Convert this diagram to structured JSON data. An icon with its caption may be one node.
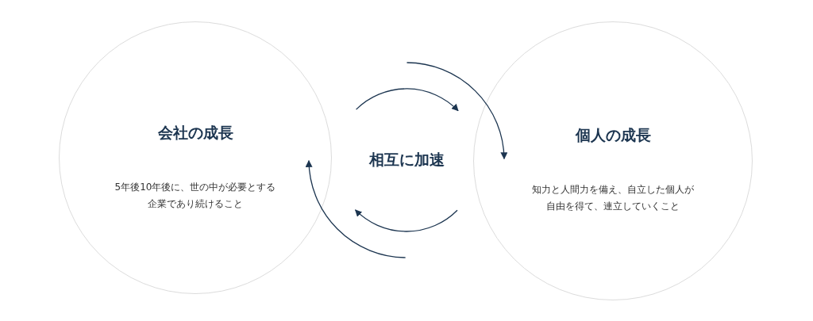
{
  "diagram": {
    "nodes": [
      {
        "text": [
          "会社の成長",
          "5年後10年後に、世の中が必要とする企業であり続けること"
        ]
      },
      {
        "text": [
          "個人の成長",
          "知力と人間力を備え、自立した個人が自由を得て、連立していくこと"
        ]
      },
      {
        "text": [
          "相互に加速"
        ]
      }
    ],
    "edges": [
      {
        "from": null,
        "to": 1,
        "arrow": "to"
      },
      {
        "from": null,
        "to": 1,
        "arrow": "to"
      },
      {
        "from": null,
        "to": 0,
        "arrow": "to"
      },
      {
        "from": null,
        "to": 0,
        "arrow": "to"
      }
    ]
  }
}
